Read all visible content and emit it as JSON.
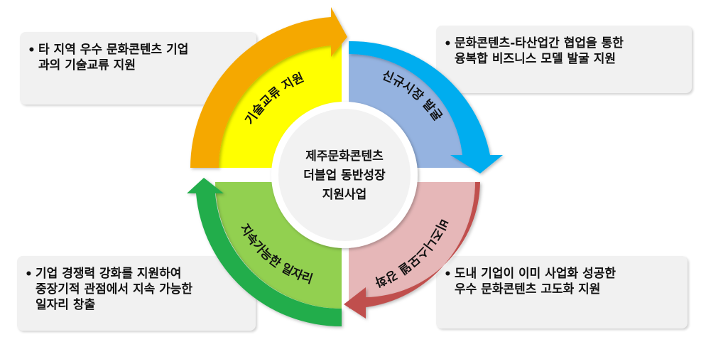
{
  "quadrants": {
    "top_left": {
      "label": "기술교류 지원",
      "fill": "#ffff00",
      "arrow_color": "#f5a800"
    },
    "top_right": {
      "label": "신규시장 발굴",
      "fill": "#95b3e0",
      "arrow_color": "#00adef"
    },
    "bottom_right": {
      "label": "비즈니스모델 강화",
      "fill": "#e6b7b8",
      "arrow_color": "#c0504d"
    },
    "bottom_left": {
      "label": "지속가능한 일자리",
      "fill": "#92d050",
      "arrow_color": "#22ad4b"
    }
  },
  "center": {
    "lines": [
      "제주문화콘텐츠",
      "더블업 동반성장",
      "지원사업"
    ]
  },
  "notes": {
    "top_left": {
      "bullet": "•",
      "lines": [
        "타 지역 우수 문화콘텐츠 기업",
        "과의 기술교류 지원"
      ]
    },
    "top_right": {
      "bullet": "•",
      "lines": [
        "문화콘텐츠-타산업간 협업을 통한",
        "융복합 비즈니스 모델 발굴 지원"
      ]
    },
    "bottom_left": {
      "bullet": "•",
      "lines": [
        "기업 경쟁력 강화를 지원하여",
        "중장기적 관점에서 지속 가능한",
        "일자리 창출"
      ]
    },
    "bottom_right": {
      "bullet": "•",
      "lines": [
        "도내 기업이 이미 사업화 성공한",
        "우수 문화콘텐츠 고도화 지원"
      ]
    }
  }
}
